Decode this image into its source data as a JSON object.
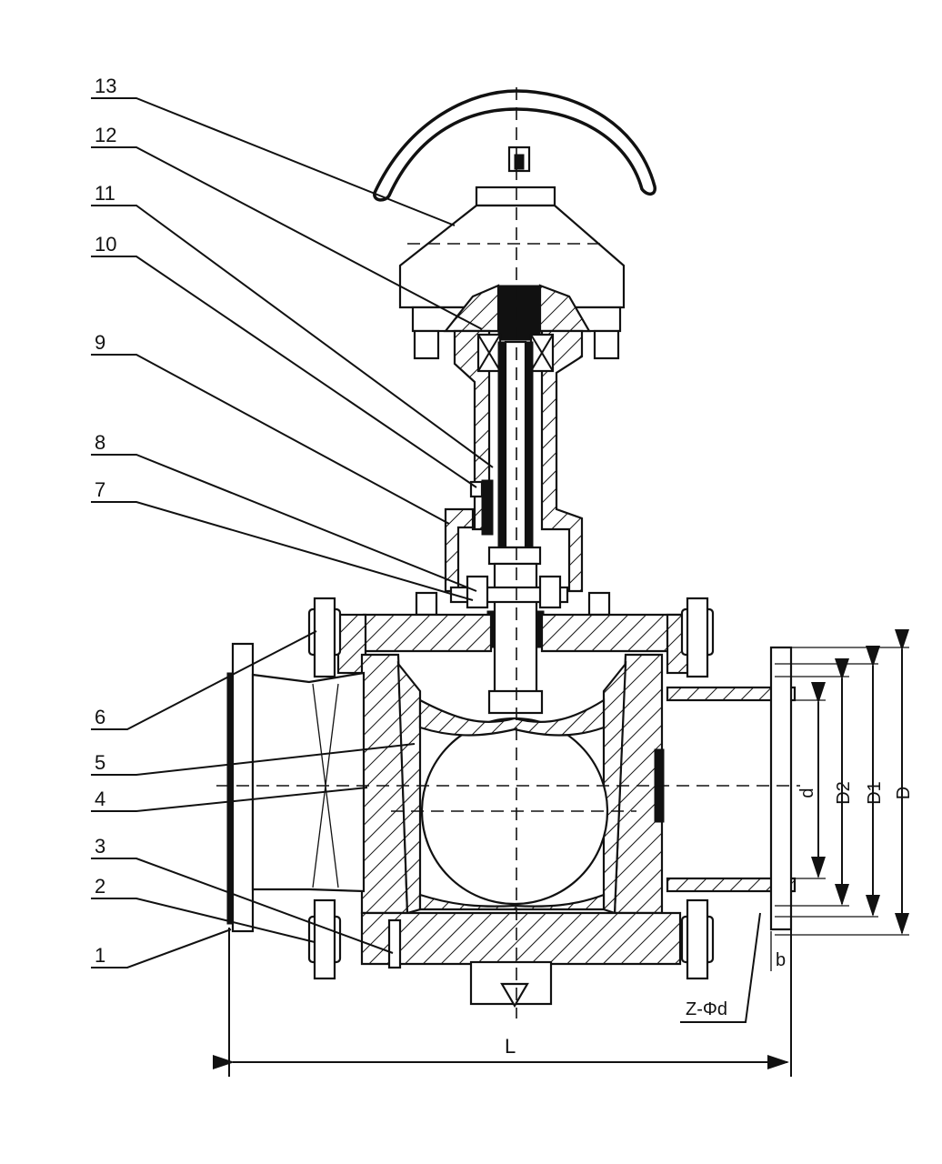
{
  "diagram": {
    "part_numbers": [
      "1",
      "2",
      "3",
      "4",
      "5",
      "6",
      "7",
      "8",
      "9",
      "10",
      "11",
      "12",
      "13"
    ],
    "dimensions": {
      "length": "L",
      "bore": "d",
      "raised_face_diameter": "D2",
      "bolt_circle_diameter": "D1",
      "flange_outer_diameter": "D",
      "flange_thickness": "b",
      "bolt_holes": "Z-Φd"
    }
  }
}
